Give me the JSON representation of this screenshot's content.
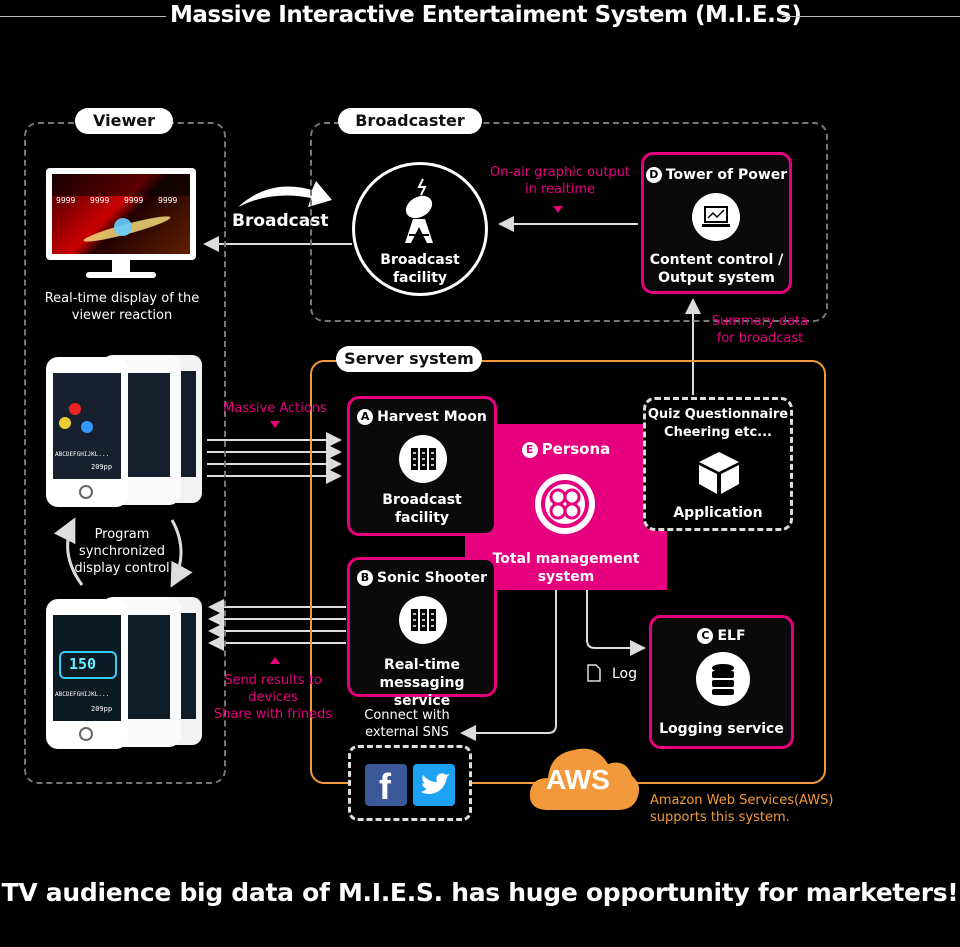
{
  "title": "Massive Interactive Entertaiment System (M.I.E.S)",
  "sections": {
    "viewer": "Viewer",
    "broadcaster": "Broadcaster",
    "server": "Server system"
  },
  "viewer": {
    "tv_caption_1": "Real-time display of the",
    "tv_caption_2": "viewer reaction",
    "sync_1": "Program",
    "sync_2": "synchronized",
    "sync_3": "display control",
    "broadcast_arrow": "Broadcast",
    "tv_score": "9999",
    "phone_score": "209pp",
    "phone_center_value": "150",
    "phone_text": "ABCDEFGHIJKL..."
  },
  "broadcaster": {
    "facility_1": "Broadcast",
    "facility_2": "facility",
    "onair_1": "On-air graphic output",
    "onair_2": "in realtime",
    "d_letter": "D",
    "d_title": "Tower of Power",
    "d_label_1": "Content control /",
    "d_label_2": "Output system",
    "summary_1": "Summary data",
    "summary_2": "for broadcast"
  },
  "server": {
    "massive_actions": "Massive Actions",
    "a_letter": "A",
    "a_title": "Harvest Moon",
    "a_label_1": "Broadcast",
    "a_label_2": "facility",
    "b_letter": "B",
    "b_title": "Sonic Shooter",
    "b_label_1": "Real-time",
    "b_label_2": "messaging service",
    "e_letter": "E",
    "e_title": "Persona",
    "e_label_1": "Total management",
    "e_label_2": "system",
    "app_title_1": "Quiz Questionnaire",
    "app_title_2": "Cheering etc...",
    "app_label": "Application",
    "c_letter": "C",
    "c_title": "ELF",
    "c_label": "Logging service",
    "log": "Log",
    "send_1": "Send results to devices",
    "send_2": "Share with frineds",
    "sns_1": "Connect with",
    "sns_2": "external SNS",
    "facebook": "f",
    "aws": "AWS",
    "aws_note_1": "Amazon Web Services(AWS)",
    "aws_note_2": "supports this system."
  },
  "footer": "TV audience big data of M.I.E.S. has huge opportunity for marketers!",
  "colors": {
    "magenta": "#e6007e",
    "orange": "#f29a3b",
    "facebook": "#3b5998",
    "twitter": "#1da1f2"
  },
  "icons": [
    "broadcast-tower-icon",
    "laptop-icon",
    "server-stack-icon",
    "persona-logo-icon",
    "cube-icon",
    "database-icon",
    "document-icon",
    "facebook-icon",
    "twitter-icon",
    "aws-cloud-icon"
  ]
}
